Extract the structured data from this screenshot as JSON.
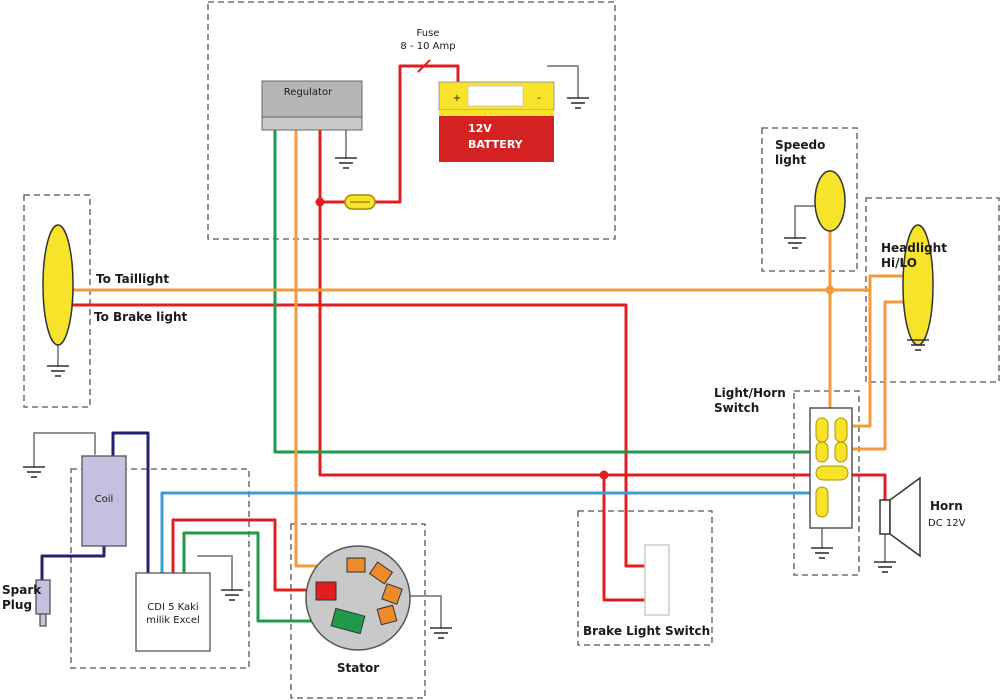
{
  "colors": {
    "red": "#e02020",
    "orange": "#f39a3c",
    "green": "#1f9a48",
    "blue": "#3c9ad8",
    "navy": "#24246e",
    "grey": "#909090",
    "bulb_yellow": "#f7e42a",
    "battery_red": "#d42222",
    "coil_lavender": "#c7bfdf",
    "regulator_grey": "#b5b5b5"
  },
  "labels": {
    "fuse_title": "Fuse",
    "fuse_rating": "8 - 10 Amp",
    "regulator": "Regulator",
    "battery_line1": "12V",
    "battery_line2": "BATTERY",
    "battery_plus": "+",
    "battery_minus": "-",
    "speedo_line1": "Speedo",
    "speedo_line2": "light",
    "headlight_line1": "Headlight",
    "headlight_line2": "Hi/LO",
    "to_taillight": "To Taillight",
    "to_brake_light": "To Brake light",
    "switch_line1": "Light/Horn",
    "switch_line2": "Switch",
    "horn_line1": "Horn",
    "horn_line2": "DC 12V",
    "coil": "Coil",
    "spark_line1": "Spark",
    "spark_line2": "Plug",
    "cdi_line1": "CDI 5 Kaki",
    "cdi_line2": "milik Excel",
    "stator": "Stator",
    "brake_switch": "Brake Light Switch"
  }
}
